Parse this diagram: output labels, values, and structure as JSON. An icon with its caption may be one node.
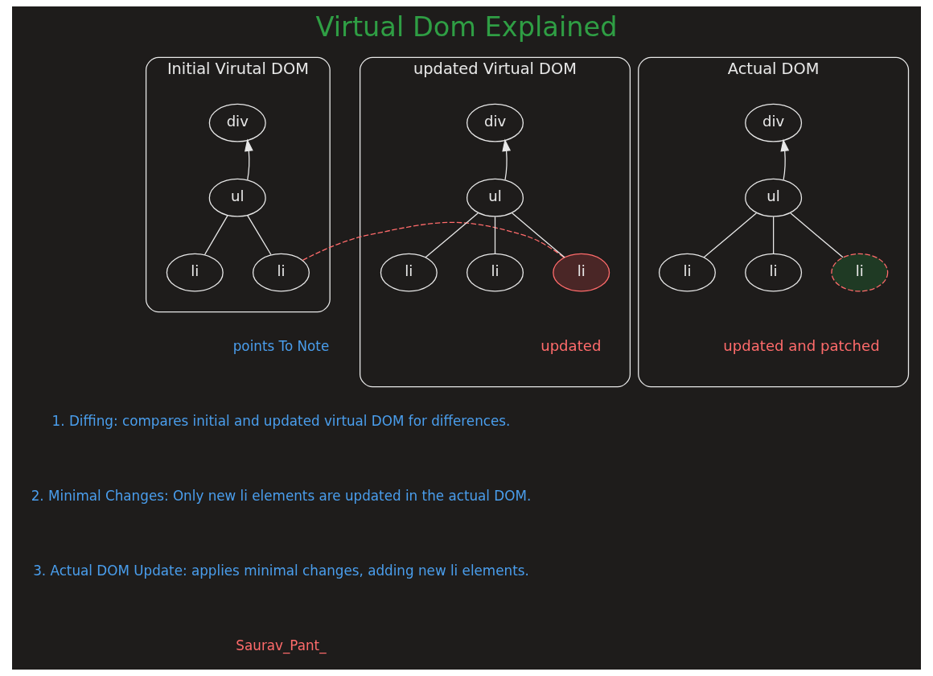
{
  "diagram": {
    "title": "Virtual Dom Explained",
    "nodes": [
      {
        "text": [
          "Initial Virutal DOM"
        ]
      },
      {
        "text": [
          "div"
        ],
        "in": 0
      },
      {
        "text": [
          "ul"
        ],
        "in": 0
      },
      {
        "text": [
          "li"
        ],
        "in": 0
      },
      {
        "text": [
          "li"
        ],
        "in": 0
      },
      {
        "text": [
          "updated Virtual DOM"
        ]
      },
      {
        "text": [
          "div"
        ],
        "in": 5
      },
      {
        "text": [
          "ul"
        ],
        "in": 5
      },
      {
        "text": [
          "li"
        ],
        "in": 5
      },
      {
        "text": [
          "li"
        ],
        "in": 5
      },
      {
        "text": [
          "li"
        ],
        "in": 5,
        "beside": [
          "updated"
        ]
      },
      {
        "text": [
          "Actual DOM"
        ]
      },
      {
        "text": [
          "div"
        ],
        "in": 11
      },
      {
        "text": [
          "ul"
        ],
        "in": 11
      },
      {
        "text": [
          "li"
        ],
        "in": 11
      },
      {
        "text": [
          "li"
        ],
        "in": 11
      },
      {
        "text": [
          "li"
        ],
        "in": 11,
        "beside": [
          "updated and patched"
        ]
      }
    ],
    "edges": [
      {
        "from": 2,
        "to": 1,
        "arrow": "to"
      },
      {
        "from": 2,
        "to": 3,
        "arrow": "none"
      },
      {
        "from": 2,
        "to": 4,
        "arrow": "none"
      },
      {
        "from": 7,
        "to": 6,
        "arrow": "to"
      },
      {
        "from": 7,
        "to": 8,
        "arrow": "none"
      },
      {
        "from": 7,
        "to": 9,
        "arrow": "none"
      },
      {
        "from": 7,
        "to": 10,
        "arrow": "none"
      },
      {
        "from": 13,
        "to": 12,
        "arrow": "to"
      },
      {
        "from": 13,
        "to": 14,
        "arrow": "none"
      },
      {
        "from": 13,
        "to": 15,
        "arrow": "none"
      },
      {
        "from": 13,
        "to": 16,
        "arrow": "none"
      },
      {
        "from": 4,
        "to": 10,
        "arrow": "none",
        "style": "dashed",
        "color": "#ff6b6b"
      }
    ],
    "labels": [
      "points To Note",
      "1. Diffing: compares initial and updated virtual DOM for differences.",
      "2. Minimal Changes: Only new li elements are updated in the actual DOM.",
      "3. Actual DOM Update: applies minimal changes, adding new li elements.",
      "Saurav_Pant_"
    ]
  }
}
